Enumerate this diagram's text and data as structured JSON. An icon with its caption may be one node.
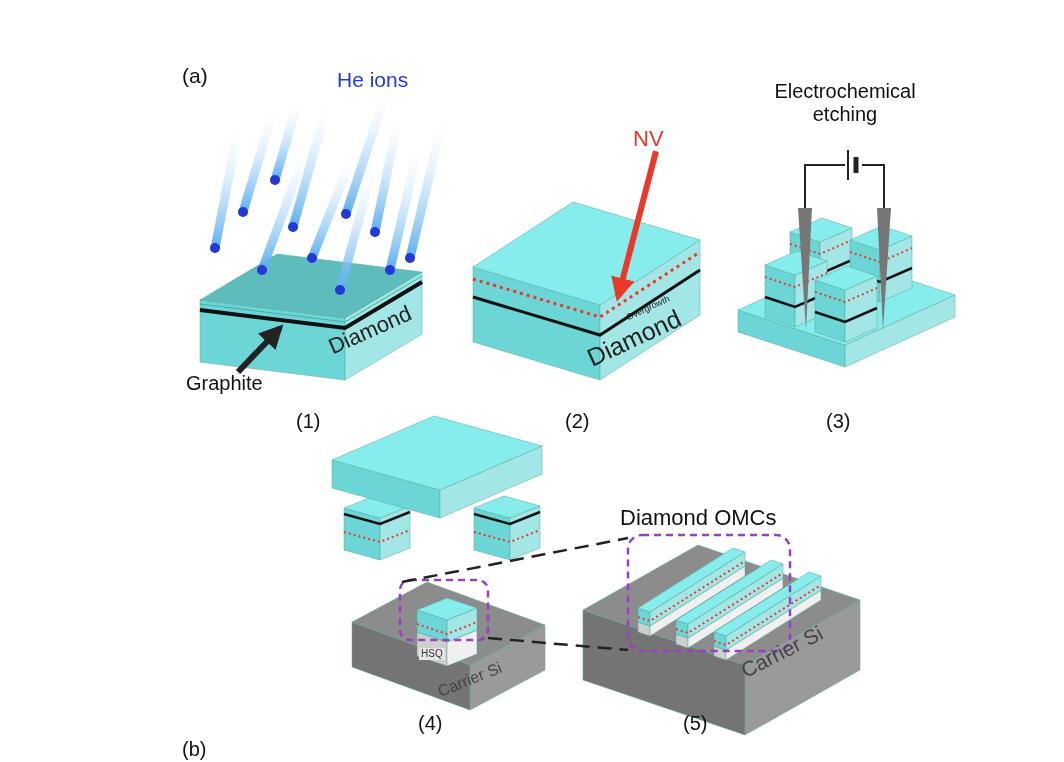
{
  "diagram": {
    "nodes": [
      {
        "text": [
          "Graphite"
        ]
      },
      {
        "text": [],
        "shape": "bar"
      },
      {
        "text": [
          "NV"
        ]
      },
      {
        "text": [],
        "shape": "bar"
      },
      {
        "text": [],
        "shape": "box"
      },
      {
        "text": [
          "Diamond OMCs"
        ]
      }
    ],
    "edges": [
      {
        "from": 0,
        "to": 1,
        "arrow": "to",
        "style": "thick"
      },
      {
        "from": 2,
        "to": 3,
        "arrow": "to",
        "style": "thick",
        "color": "#e8392b"
      },
      {
        "from": 4,
        "to": 5,
        "arrow": "none",
        "style": "dashed"
      },
      {
        "from": 4,
        "to": 5,
        "arrow": "none",
        "style": "dashed"
      }
    ],
    "labels": [
      "(a)",
      "He ions",
      "Electrochemical etching",
      "Diamond",
      "Overgrowth",
      "Diamond",
      "(1)",
      "(2)",
      "(3)",
      "HSQ",
      "Carrier Si",
      "Carrier Si",
      "(4)",
      "(5)",
      "(b)"
    ]
  }
}
